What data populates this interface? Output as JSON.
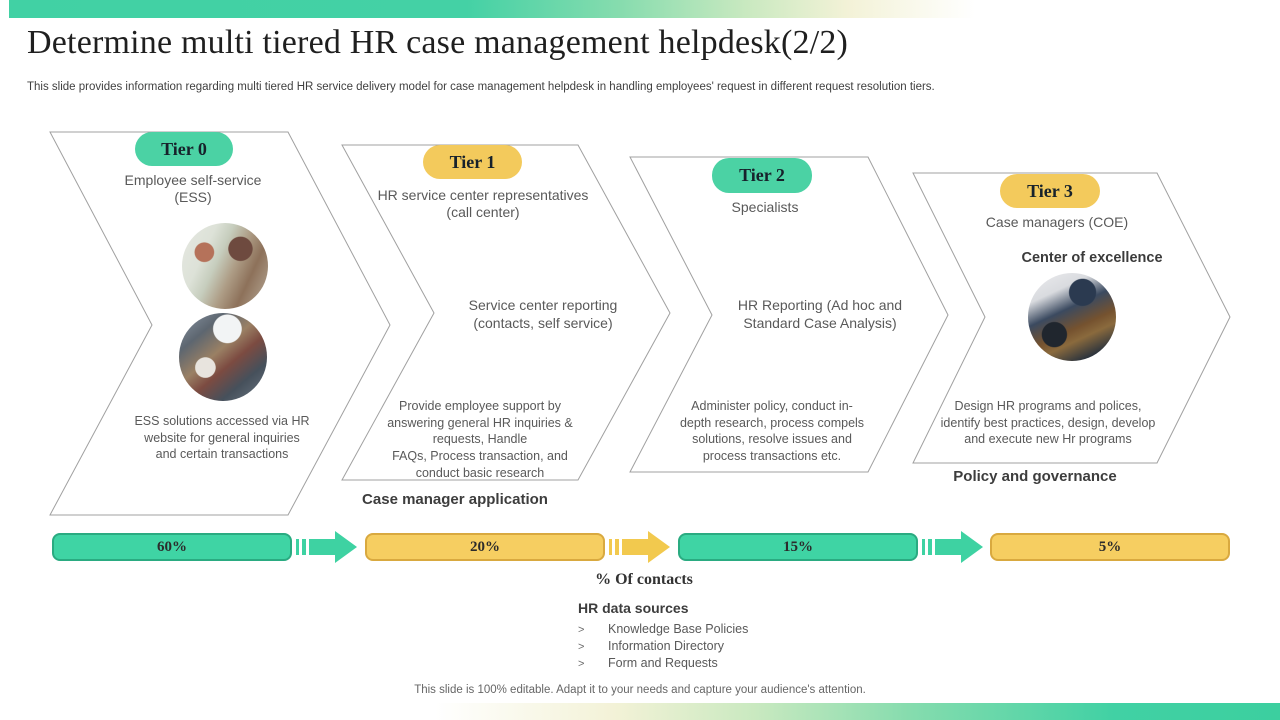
{
  "slide": {
    "title": "Determine multi tiered HR case management helpdesk(2/2)",
    "subtitle": "This slide provides information regarding multi tiered HR service delivery model for case management helpdesk in handling employees' request in different request resolution tiers.",
    "footer": "This slide is 100% editable. Adapt it to your needs and capture your audience's attention."
  },
  "colors": {
    "green": "#3fd4a4",
    "green_dark": "#2aab81",
    "yellow": "#f6ce61",
    "yellow_dark": "#d9a93f",
    "chevron_outline": "#a0a0a0"
  },
  "tiers": [
    {
      "badge": "Tier 0",
      "badge_color": "green",
      "heading": "Employee self-service\n(ESS)",
      "description": "ESS solutions accessed via HR\nwebsite for general  inquiries\nand certain transactions",
      "photos": [
        "office-collaboration-photo",
        "team-huddle-photo"
      ]
    },
    {
      "badge": "Tier 1",
      "badge_color": "yellow",
      "heading": "HR service center representatives\n(call center)",
      "middle": "Service center reporting\n(contacts, self service)",
      "description": "Provide  employee  support  by\nanswering  general  HR inquiries &\nrequests, Handle\nFAQs,  Process transaction, and\nconduct basic research",
      "caption": "Case manager application"
    },
    {
      "badge": "Tier 2",
      "badge_color": "green",
      "heading": "Specialists",
      "middle": "HR Reporting (Ad hoc and\nStandard Case Analysis)",
      "description": "Administer policy, conduct in-\ndepth research, process compels\nsolutions, resolve  issues and\nprocess  transactions etc."
    },
    {
      "badge": "Tier 3",
      "badge_color": "yellow",
      "heading": "Case managers (COE)",
      "middle": "Center of excellence",
      "description": "Design HR  programs  and polices,\nidentify  best practices, design, develop\nand execute new Hr programs",
      "caption": "Policy and governance",
      "photos": [
        "meeting-room-photo"
      ]
    }
  ],
  "contacts": {
    "label": "% Of contacts",
    "bars": [
      {
        "value": "60%",
        "color": "green"
      },
      {
        "value": "20%",
        "color": "yellow"
      },
      {
        "value": "15%",
        "color": "green"
      },
      {
        "value": "5%",
        "color": "yellow"
      }
    ]
  },
  "data_sources": {
    "heading": "HR data sources",
    "bullet": ">",
    "items": [
      "Knowledge  Base  Policies",
      "Information  Directory",
      "Form  and  Requests"
    ]
  }
}
